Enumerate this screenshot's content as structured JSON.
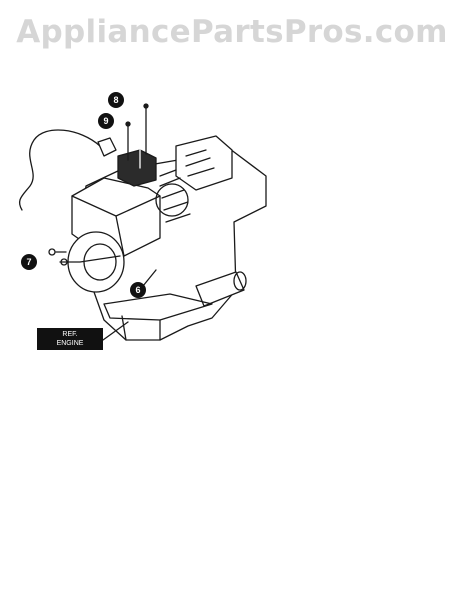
{
  "watermark": "AppliancePartsPros.com",
  "callouts": [
    {
      "number": "8"
    },
    {
      "number": "9"
    },
    {
      "number": "7"
    },
    {
      "number": "6"
    }
  ],
  "ref_label": {
    "line1": "REF.",
    "line2": "ENGINE"
  },
  "colors": {
    "ink": "#1a1a1a",
    "watermark": "#d6d6d6",
    "label_bg": "#111111"
  }
}
